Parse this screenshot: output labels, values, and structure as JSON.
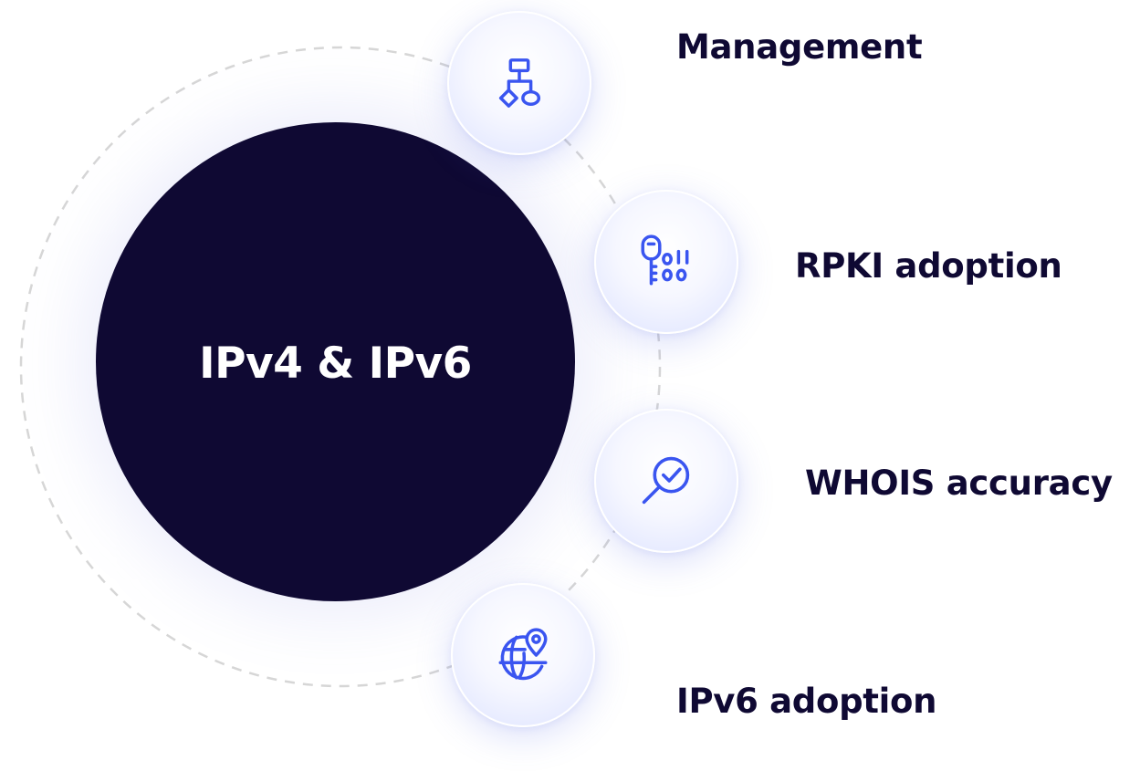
{
  "center": {
    "title": "IPv4 & IPv6"
  },
  "items": [
    {
      "label": "Management",
      "icon": "flowchart-icon"
    },
    {
      "label": "RPKI adoption",
      "icon": "key-binary-icon"
    },
    {
      "label": "WHOIS accuracy",
      "icon": "magnifier-check-icon"
    },
    {
      "label": "IPv6 adoption",
      "icon": "globe-pin-icon"
    }
  ],
  "colors": {
    "center_fill": "#0f0933",
    "label_text": "#0f0933",
    "icon_stroke": "#3a55f0",
    "dashed_ring": "#d6d6d6"
  }
}
